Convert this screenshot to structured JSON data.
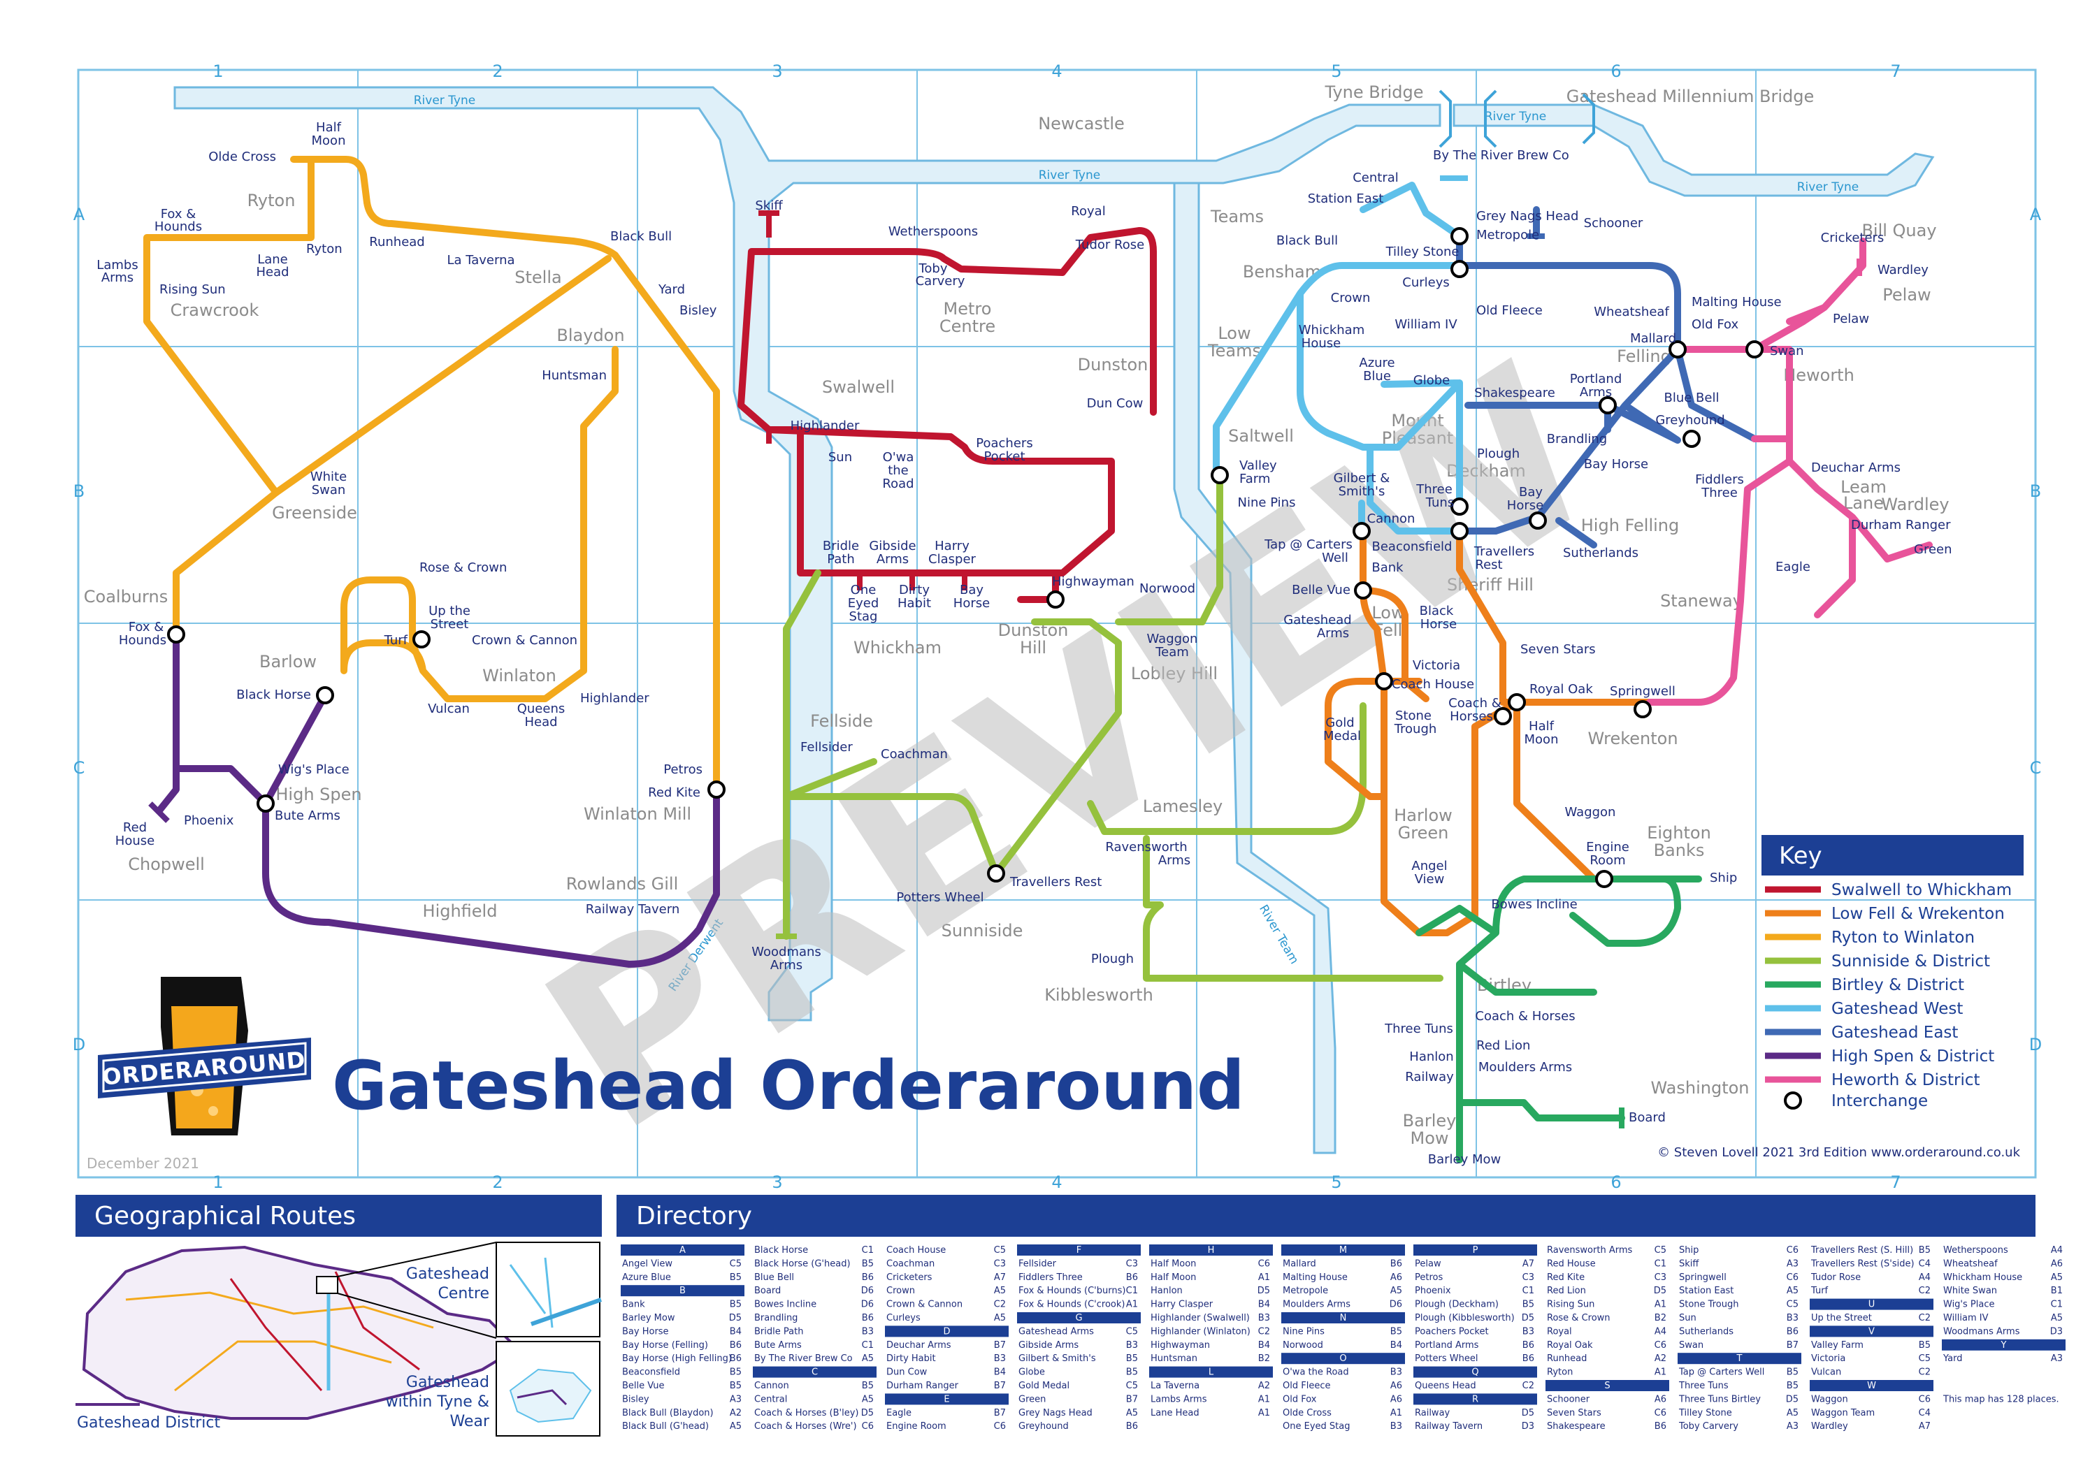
{
  "title": "Gateshead Orderaround",
  "logo_text": "ORDERAROUND",
  "date": "December 2021",
  "credit": "© Steven Lovell 2021  3rd Edition   www.orderaround.co.uk",
  "watermark": "PREVIEW",
  "grid": {
    "columns": [
      "1",
      "2",
      "3",
      "4",
      "5",
      "6",
      "7"
    ],
    "rows": [
      "A",
      "B",
      "C",
      "D"
    ]
  },
  "rivers": [
    {
      "id": "tyne-west",
      "label": "River Tyne"
    },
    {
      "id": "tyne-mid",
      "label": "River Tyne"
    },
    {
      "id": "tyne-east",
      "label": "River Tyne"
    },
    {
      "id": "tyne-far-east",
      "label": "River Tyne"
    },
    {
      "id": "derwent",
      "label": "River Derwent"
    },
    {
      "id": "team",
      "label": "River Team"
    }
  ],
  "bridges": [
    "Tyne Bridge",
    "Gateshead Millennium Bridge"
  ],
  "areas": [
    "Newcastle",
    "Ryton",
    "Crawcrook",
    "Stella",
    "Blaydon",
    "Greenside",
    "Coalburns",
    "Barlow",
    "Winlaton",
    "High Spen",
    "Chopwell",
    "Winlaton Mill",
    "Rowlands Gill",
    "Highfield",
    "Swalwell",
    "Metro Centre",
    "Dunston",
    "Whickham",
    "Dunston Hill",
    "Fellside",
    "Sunniside",
    "Kibblesworth",
    "Lobley Hill",
    "Lamesley",
    "Teams",
    "Bensham",
    "Low Teams",
    "Saltwell",
    "Mount Pleasant",
    "Deckham",
    "Sheriff Hill",
    "Low Fell",
    "Harlow Green",
    "Birtley",
    "Barley Mow",
    "Washington",
    "Felling",
    "High Felling",
    "Heworth",
    "Pelaw",
    "Bill Quay",
    "Leam Lane",
    "Wardley",
    "Staneway",
    "Wrekenton",
    "Eighton Banks"
  ],
  "key": {
    "title": "Key",
    "lines": [
      {
        "name": "Swalwell to Whickham",
        "color": "#c0152f"
      },
      {
        "name": "Low Fell & Wrekenton",
        "color": "#ee7f1a"
      },
      {
        "name": "Ryton to Winlaton",
        "color": "#f3a91c"
      },
      {
        "name": "Sunniside & District",
        "color": "#95c13d"
      },
      {
        "name": "Birtley & District",
        "color": "#28a85f"
      },
      {
        "name": "Gateshead West",
        "color": "#5ec0ea"
      },
      {
        "name": "Gateshead East",
        "color": "#3f69b4"
      },
      {
        "name": "High Spen & District",
        "color": "#5b2a86"
      },
      {
        "name": "Heworth & District",
        "color": "#e8549a"
      }
    ],
    "interchange": "Interchange"
  },
  "stations": {
    "yellow": [
      "Half Moon",
      "Olde Cross",
      "Fox & Hounds",
      "Lambs Arms",
      "Rising Sun",
      "Lane Head",
      "Ryton",
      "Runhead",
      "La Taverna",
      "Black Bull",
      "Yard",
      "Bisley",
      "Huntsman",
      "White Swan",
      "Rose & Crown",
      "Up the Street",
      "Turf",
      "Crown & Cannon",
      "Vulcan",
      "Queens Head",
      "Highlander",
      "Petros",
      "Red Kite"
    ],
    "red": [
      "Skiff",
      "Wetherspoons",
      "Toby Carvery",
      "Royal",
      "Tudor Rose",
      "Dun Cow",
      "Highlander",
      "Sun",
      "O'wa the Road",
      "Poachers Pocket",
      "Bridle Path",
      "Gibside Arms",
      "Harry Clasper",
      "One Eyed Stag",
      "Dirty Habit",
      "Bay Horse",
      "Highwayman"
    ],
    "purple": [
      "Fox & Hounds",
      "Black Horse",
      "Wig's Place",
      "Bute Arms",
      "Red House",
      "Phoenix",
      "Railway Tavern"
    ],
    "lightgreen": [
      "Fellsider",
      "Coachman",
      "Potters Wheel",
      "Travellers Rest",
      "Woodmans Arms",
      "Norwood",
      "Waggon Team",
      "Valley Farm",
      "Ravensworth Arms",
      "Plough"
    ],
    "lightblue": [
      "By The River Brew Co",
      "Central",
      "Station East",
      "Black Bull",
      "Tilley Stone",
      "Curleys",
      "Crown",
      "Whickham House",
      "William IV",
      "Azure Blue",
      "Globe",
      "Nine Pins",
      "Gilbert & Smith's",
      "Three Tuns",
      "Cannon",
      "Tap @ Carters Well",
      "Beaconsfield",
      "Bank",
      "Belle Vue",
      "Gateshead Arms"
    ],
    "blue": [
      "Grey Nags Head",
      "Metropole",
      "Schooner",
      "Old Fleece",
      "Wheatsheaf",
      "Malting House",
      "Old Fox",
      "Mallard",
      "Shakespeare",
      "Portland Arms",
      "Brandling",
      "Blue Bell",
      "Greyhound",
      "Plough",
      "Bay Horse",
      "Sutherlands",
      "Travellers Rest"
    ],
    "orange": [
      "Black Horse",
      "Victoria",
      "Coach House",
      "Gold Medal",
      "Stone Trough",
      "Seven Stars",
      "Royal Oak",
      "Coach & Horses",
      "Half Moon",
      "Springwell",
      "Waggon",
      "Engine Room",
      "Angel View"
    ],
    "green": [
      "Ship",
      "Bowes Incline",
      "Coach & Horses",
      "Three Tuns",
      "Red Lion",
      "Hanlon",
      "Railway",
      "Moulders Arms",
      "Board",
      "Barley Mow"
    ],
    "pink": [
      "Cricketers",
      "Wardley",
      "Pelaw",
      "Swan",
      "Fiddlers Three",
      "Deuchar Arms",
      "Durham Ranger",
      "Eagle",
      "Green"
    ]
  },
  "geo_panel": {
    "title": "Geographical Routes",
    "labels": [
      "Gateshead Centre",
      "Gateshead within Tyne & Wear"
    ],
    "legend": "Gateshead District"
  },
  "directory": {
    "title": "Directory",
    "note": "This map has 128 places.",
    "columns": [
      [
        {
          "h": "A"
        },
        {
          "n": "Angel View",
          "r": "C5"
        },
        {
          "n": "Azure Blue",
          "r": "B5"
        },
        {
          "h": "B"
        },
        {
          "n": "Bank",
          "r": "B5"
        },
        {
          "n": "Barley Mow",
          "r": "D5"
        },
        {
          "n": "Bay Horse",
          "r": "B4"
        },
        {
          "n": "Bay Horse (Felling)",
          "r": "B6"
        },
        {
          "n": "Bay Horse (High Felling)",
          "r": "B6"
        },
        {
          "n": "Beaconsfield",
          "r": "B5"
        },
        {
          "n": "Belle Vue",
          "r": "B5"
        },
        {
          "n": "Bisley",
          "r": "A3"
        },
        {
          "n": "Black Bull (Blaydon)",
          "r": "A2"
        },
        {
          "n": "Black Bull (G'head)",
          "r": "A5"
        }
      ],
      [
        {
          "n": "Black Horse",
          "r": "C1"
        },
        {
          "n": "Black Horse (G'head)",
          "r": "B5"
        },
        {
          "n": "Blue Bell",
          "r": "B6"
        },
        {
          "n": "Board",
          "r": "D6"
        },
        {
          "n": "Bowes Incline",
          "r": "D6"
        },
        {
          "n": "Brandling",
          "r": "B6"
        },
        {
          "n": "Bridle Path",
          "r": "B3"
        },
        {
          "n": "Bute Arms",
          "r": "C1"
        },
        {
          "n": "By The River Brew Co",
          "r": "A5"
        },
        {
          "h": "C"
        },
        {
          "n": "Cannon",
          "r": "B5"
        },
        {
          "n": "Central",
          "r": "A5"
        },
        {
          "n": "Coach & Horses (B'ley)",
          "r": "D5"
        },
        {
          "n": "Coach & Horses (Wre')",
          "r": "C6"
        }
      ],
      [
        {
          "n": "Coach House",
          "r": "C5"
        },
        {
          "n": "Coachman",
          "r": "C3"
        },
        {
          "n": "Cricketers",
          "r": "A7"
        },
        {
          "n": "Crown",
          "r": "A5"
        },
        {
          "n": "Crown & Cannon",
          "r": "C2"
        },
        {
          "n": "Curleys",
          "r": "A5"
        },
        {
          "h": "D"
        },
        {
          "n": "Deuchar Arms",
          "r": "B7"
        },
        {
          "n": "Dirty Habit",
          "r": "B3"
        },
        {
          "n": "Dun Cow",
          "r": "B4"
        },
        {
          "n": "Durham Ranger",
          "r": "B7"
        },
        {
          "h": "E"
        },
        {
          "n": "Eagle",
          "r": "B7"
        },
        {
          "n": "Engine Room",
          "r": "C6"
        }
      ],
      [
        {
          "h": "F"
        },
        {
          "n": "Fellsider",
          "r": "C3"
        },
        {
          "n": "Fiddlers Three",
          "r": "B6"
        },
        {
          "n": "Fox & Hounds (C'burns)",
          "r": "C1"
        },
        {
          "n": "Fox & Hounds (C'crook)",
          "r": "A1"
        },
        {
          "h": "G"
        },
        {
          "n": "Gateshead Arms",
          "r": "C5"
        },
        {
          "n": "Gibside Arms",
          "r": "B3"
        },
        {
          "n": "Gilbert & Smith's",
          "r": "B5"
        },
        {
          "n": "Globe",
          "r": "B5"
        },
        {
          "n": "Gold Medal",
          "r": "C5"
        },
        {
          "n": "Green",
          "r": "B7"
        },
        {
          "n": "Grey Nags Head",
          "r": "A5"
        },
        {
          "n": "Greyhound",
          "r": "B6"
        }
      ],
      [
        {
          "h": "H"
        },
        {
          "n": "Half Moon",
          "r": "C6"
        },
        {
          "n": "Half Moon",
          "r": "A1"
        },
        {
          "n": "Hanlon",
          "r": "D5"
        },
        {
          "n": "Harry Clasper",
          "r": "B4"
        },
        {
          "n": "Highlander (Swalwell)",
          "r": "B3"
        },
        {
          "n": "Highlander (Winlaton)",
          "r": "C2"
        },
        {
          "n": "Highwayman",
          "r": "B4"
        },
        {
          "n": "Huntsman",
          "r": "B2"
        },
        {
          "h": "L"
        },
        {
          "n": "La Taverna",
          "r": "A2"
        },
        {
          "n": "Lambs Arms",
          "r": "A1"
        },
        {
          "n": "Lane Head",
          "r": "A1"
        }
      ],
      [
        {
          "h": "M"
        },
        {
          "n": "Mallard",
          "r": "B6"
        },
        {
          "n": "Malting House",
          "r": "A6"
        },
        {
          "n": "Metropole",
          "r": "A5"
        },
        {
          "n": "Moulders Arms",
          "r": "D6"
        },
        {
          "h": "N"
        },
        {
          "n": "Nine Pins",
          "r": "B5"
        },
        {
          "n": "Norwood",
          "r": "B4"
        },
        {
          "h": "O"
        },
        {
          "n": "O'wa the Road",
          "r": "B3"
        },
        {
          "n": "Old Fleece",
          "r": "A6"
        },
        {
          "n": "Old Fox",
          "r": "A6"
        },
        {
          "n": "Olde Cross",
          "r": "A1"
        },
        {
          "n": "One Eyed Stag",
          "r": "B3"
        }
      ],
      [
        {
          "h": "P"
        },
        {
          "n": "Pelaw",
          "r": "A7"
        },
        {
          "n": "Petros",
          "r": "C3"
        },
        {
          "n": "Phoenix",
          "r": "C1"
        },
        {
          "n": "Plough (Deckham)",
          "r": "B5"
        },
        {
          "n": "Plough (Kibblesworth)",
          "r": "D5"
        },
        {
          "n": "Poachers Pocket",
          "r": "B3"
        },
        {
          "n": "Portland Arms",
          "r": "B6"
        },
        {
          "n": "Potters Wheel",
          "r": "B6"
        },
        {
          "h": "Q"
        },
        {
          "n": "Queens Head",
          "r": "C2"
        },
        {
          "h": "R"
        },
        {
          "n": "Railway",
          "r": "D5"
        },
        {
          "n": "Railway Tavern",
          "r": "D3"
        }
      ],
      [
        {
          "n": "Ravensworth Arms",
          "r": "C5"
        },
        {
          "n": "Red House",
          "r": "C1"
        },
        {
          "n": "Red Kite",
          "r": "C3"
        },
        {
          "n": "Red Lion",
          "r": "D5"
        },
        {
          "n": "Rising Sun",
          "r": "A1"
        },
        {
          "n": "Rose & Crown",
          "r": "B2"
        },
        {
          "n": "Royal",
          "r": "A4"
        },
        {
          "n": "Royal Oak",
          "r": "C6"
        },
        {
          "n": "Runhead",
          "r": "A2"
        },
        {
          "n": "Ryton",
          "r": "A1"
        },
        {
          "h": "S"
        },
        {
          "n": "Schooner",
          "r": "A6"
        },
        {
          "n": "Seven Stars",
          "r": "C6"
        },
        {
          "n": "Shakespeare",
          "r": "B6"
        }
      ],
      [
        {
          "n": "Ship",
          "r": "C6"
        },
        {
          "n": "Skiff",
          "r": "A3"
        },
        {
          "n": "Springwell",
          "r": "C6"
        },
        {
          "n": "Station East",
          "r": "A5"
        },
        {
          "n": "Stone Trough",
          "r": "C5"
        },
        {
          "n": "Sun",
          "r": "B3"
        },
        {
          "n": "Sutherlands",
          "r": "B6"
        },
        {
          "n": "Swan",
          "r": "B7"
        },
        {
          "h": "T"
        },
        {
          "n": "Tap @ Carters Well",
          "r": "B5"
        },
        {
          "n": "Three Tuns",
          "r": "B5"
        },
        {
          "n": "Three Tuns Birtley",
          "r": "D5"
        },
        {
          "n": "Tilley Stone",
          "r": "A5"
        },
        {
          "n": "Toby Carvery",
          "r": "A3"
        }
      ],
      [
        {
          "n": "Travellers Rest (S. Hill)",
          "r": "B5"
        },
        {
          "n": "Travellers Rest (S'side)",
          "r": "C4"
        },
        {
          "n": "Tudor Rose",
          "r": "A4"
        },
        {
          "n": "Turf",
          "r": "C2"
        },
        {
          "h": "U"
        },
        {
          "n": "Up the Street",
          "r": "C2"
        },
        {
          "h": "V"
        },
        {
          "n": "Valley Farm",
          "r": "B5"
        },
        {
          "n": "Victoria",
          "r": "C5"
        },
        {
          "n": "Vulcan",
          "r": "C2"
        },
        {
          "h": "W"
        },
        {
          "n": "Waggon",
          "r": "C6"
        },
        {
          "n": "Waggon Team",
          "r": "C4"
        },
        {
          "n": "Wardley",
          "r": "A7"
        }
      ],
      [
        {
          "n": "Wetherspoons",
          "r": "A4"
        },
        {
          "n": "Wheatsheaf",
          "r": "A6"
        },
        {
          "n": "Whickham House",
          "r": "A5"
        },
        {
          "n": "White Swan",
          "r": "B1"
        },
        {
          "n": "Wig's Place",
          "r": "C1"
        },
        {
          "n": "William IV",
          "r": "A5"
        },
        {
          "n": "Woodmans Arms",
          "r": "D3"
        },
        {
          "h": "Y"
        },
        {
          "n": "Yard",
          "r": "A3"
        }
      ]
    ]
  }
}
